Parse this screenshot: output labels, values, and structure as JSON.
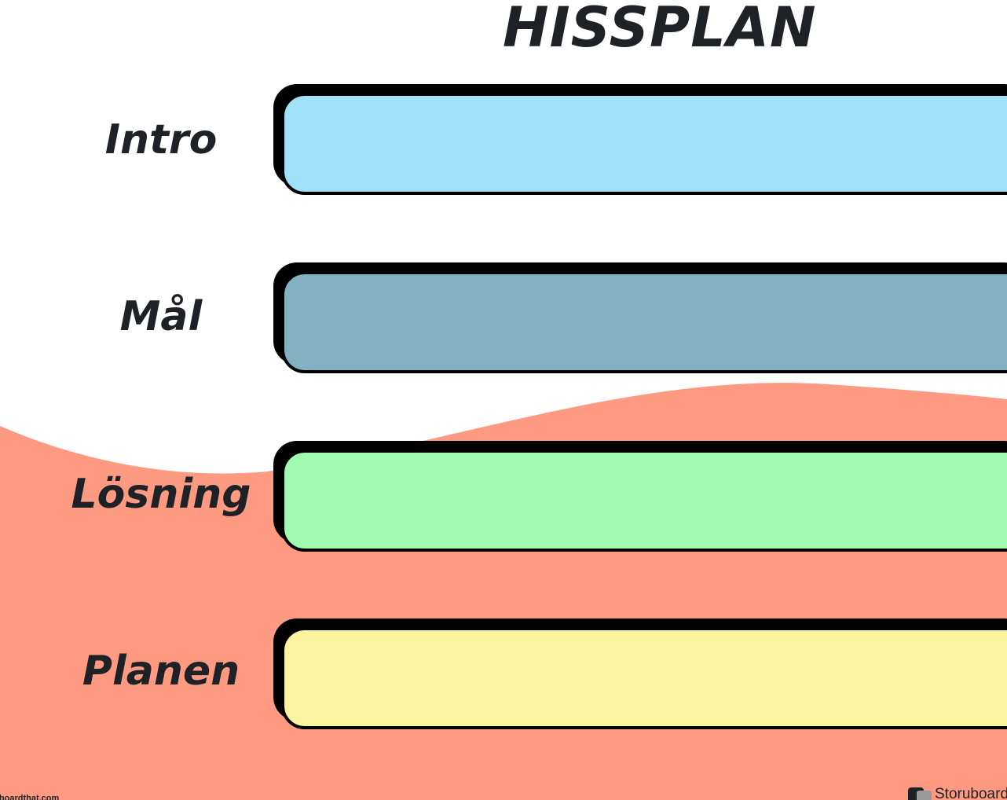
{
  "title": "HISSPLAN",
  "rows": [
    {
      "label": "Intro",
      "color": "#a0e0fb"
    },
    {
      "label": "Mål",
      "color": "#82b2c2"
    },
    {
      "label": "Lösning",
      "color": "#a1fbaf"
    },
    {
      "label": "Planen",
      "color": "#fbf39e"
    }
  ],
  "background": {
    "wave_color": "#fe9a82",
    "page_color": "#ffffff"
  },
  "footer": {
    "url": "storyboardthat.com",
    "brand_name": "Storuboard",
    "brand_icon": "storyboard-logo-icon"
  }
}
